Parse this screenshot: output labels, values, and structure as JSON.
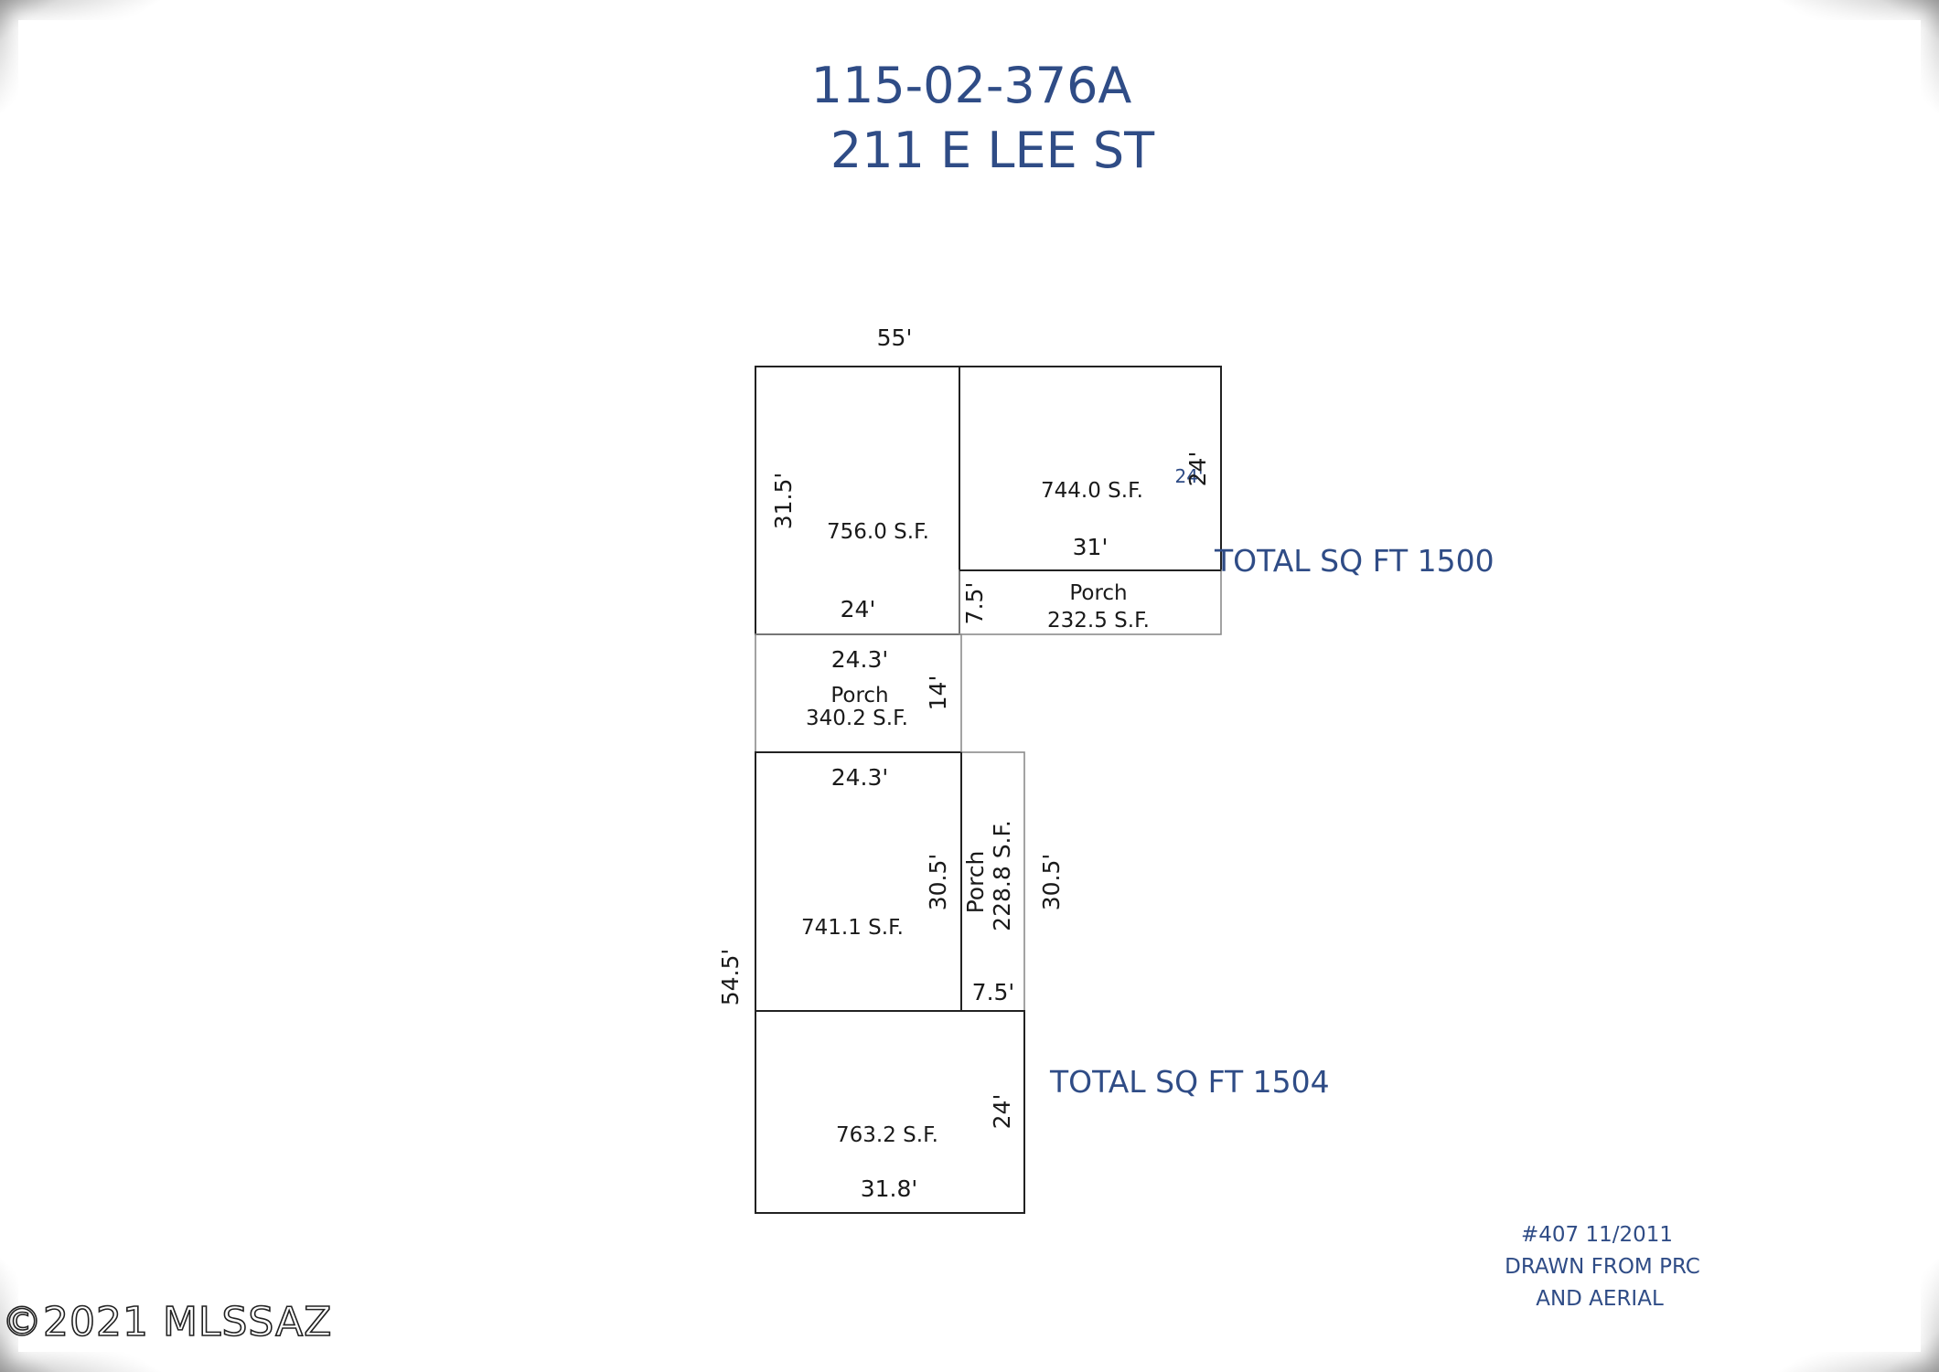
{
  "header": {
    "parcel_number": "115-02-376A",
    "address": "211 E LEE ST"
  },
  "building_a": {
    "top_width": "55'",
    "total_label": "TOTAL SQ FT 1500",
    "room_left": {
      "area": "756.0 S.F.",
      "height": "31.5'",
      "width": "24'"
    },
    "room_right": {
      "area": "744.0 S.F.",
      "height": "24'",
      "width": "31'",
      "overlap_label": "24'"
    },
    "porch_right": {
      "name": "Porch",
      "area": "232.5 S.F.",
      "depth": "7.5'"
    }
  },
  "porch_middle": {
    "name": "Porch",
    "area": "340.2 S.F.",
    "width": "24.3'",
    "depth": "14'"
  },
  "building_b": {
    "overall_height": "54.5'",
    "total_label": "TOTAL SQ FT 1504",
    "room_upper": {
      "area": "741.1 S.F.",
      "width": "24.3'",
      "height": "30.5'"
    },
    "porch_side": {
      "name": "Porch",
      "area": "228.8 S.F.",
      "height": "30.5'",
      "width": "7.5'"
    },
    "room_lower": {
      "area": "763.2 S.F.",
      "width": "31.8'",
      "height": "24'"
    }
  },
  "footer_note": {
    "line1": "#407 11/2011",
    "line2": "DRAWN FROM PRC",
    "line3": "AND AERIAL"
  },
  "watermark": "©2021 MLSSAZ"
}
